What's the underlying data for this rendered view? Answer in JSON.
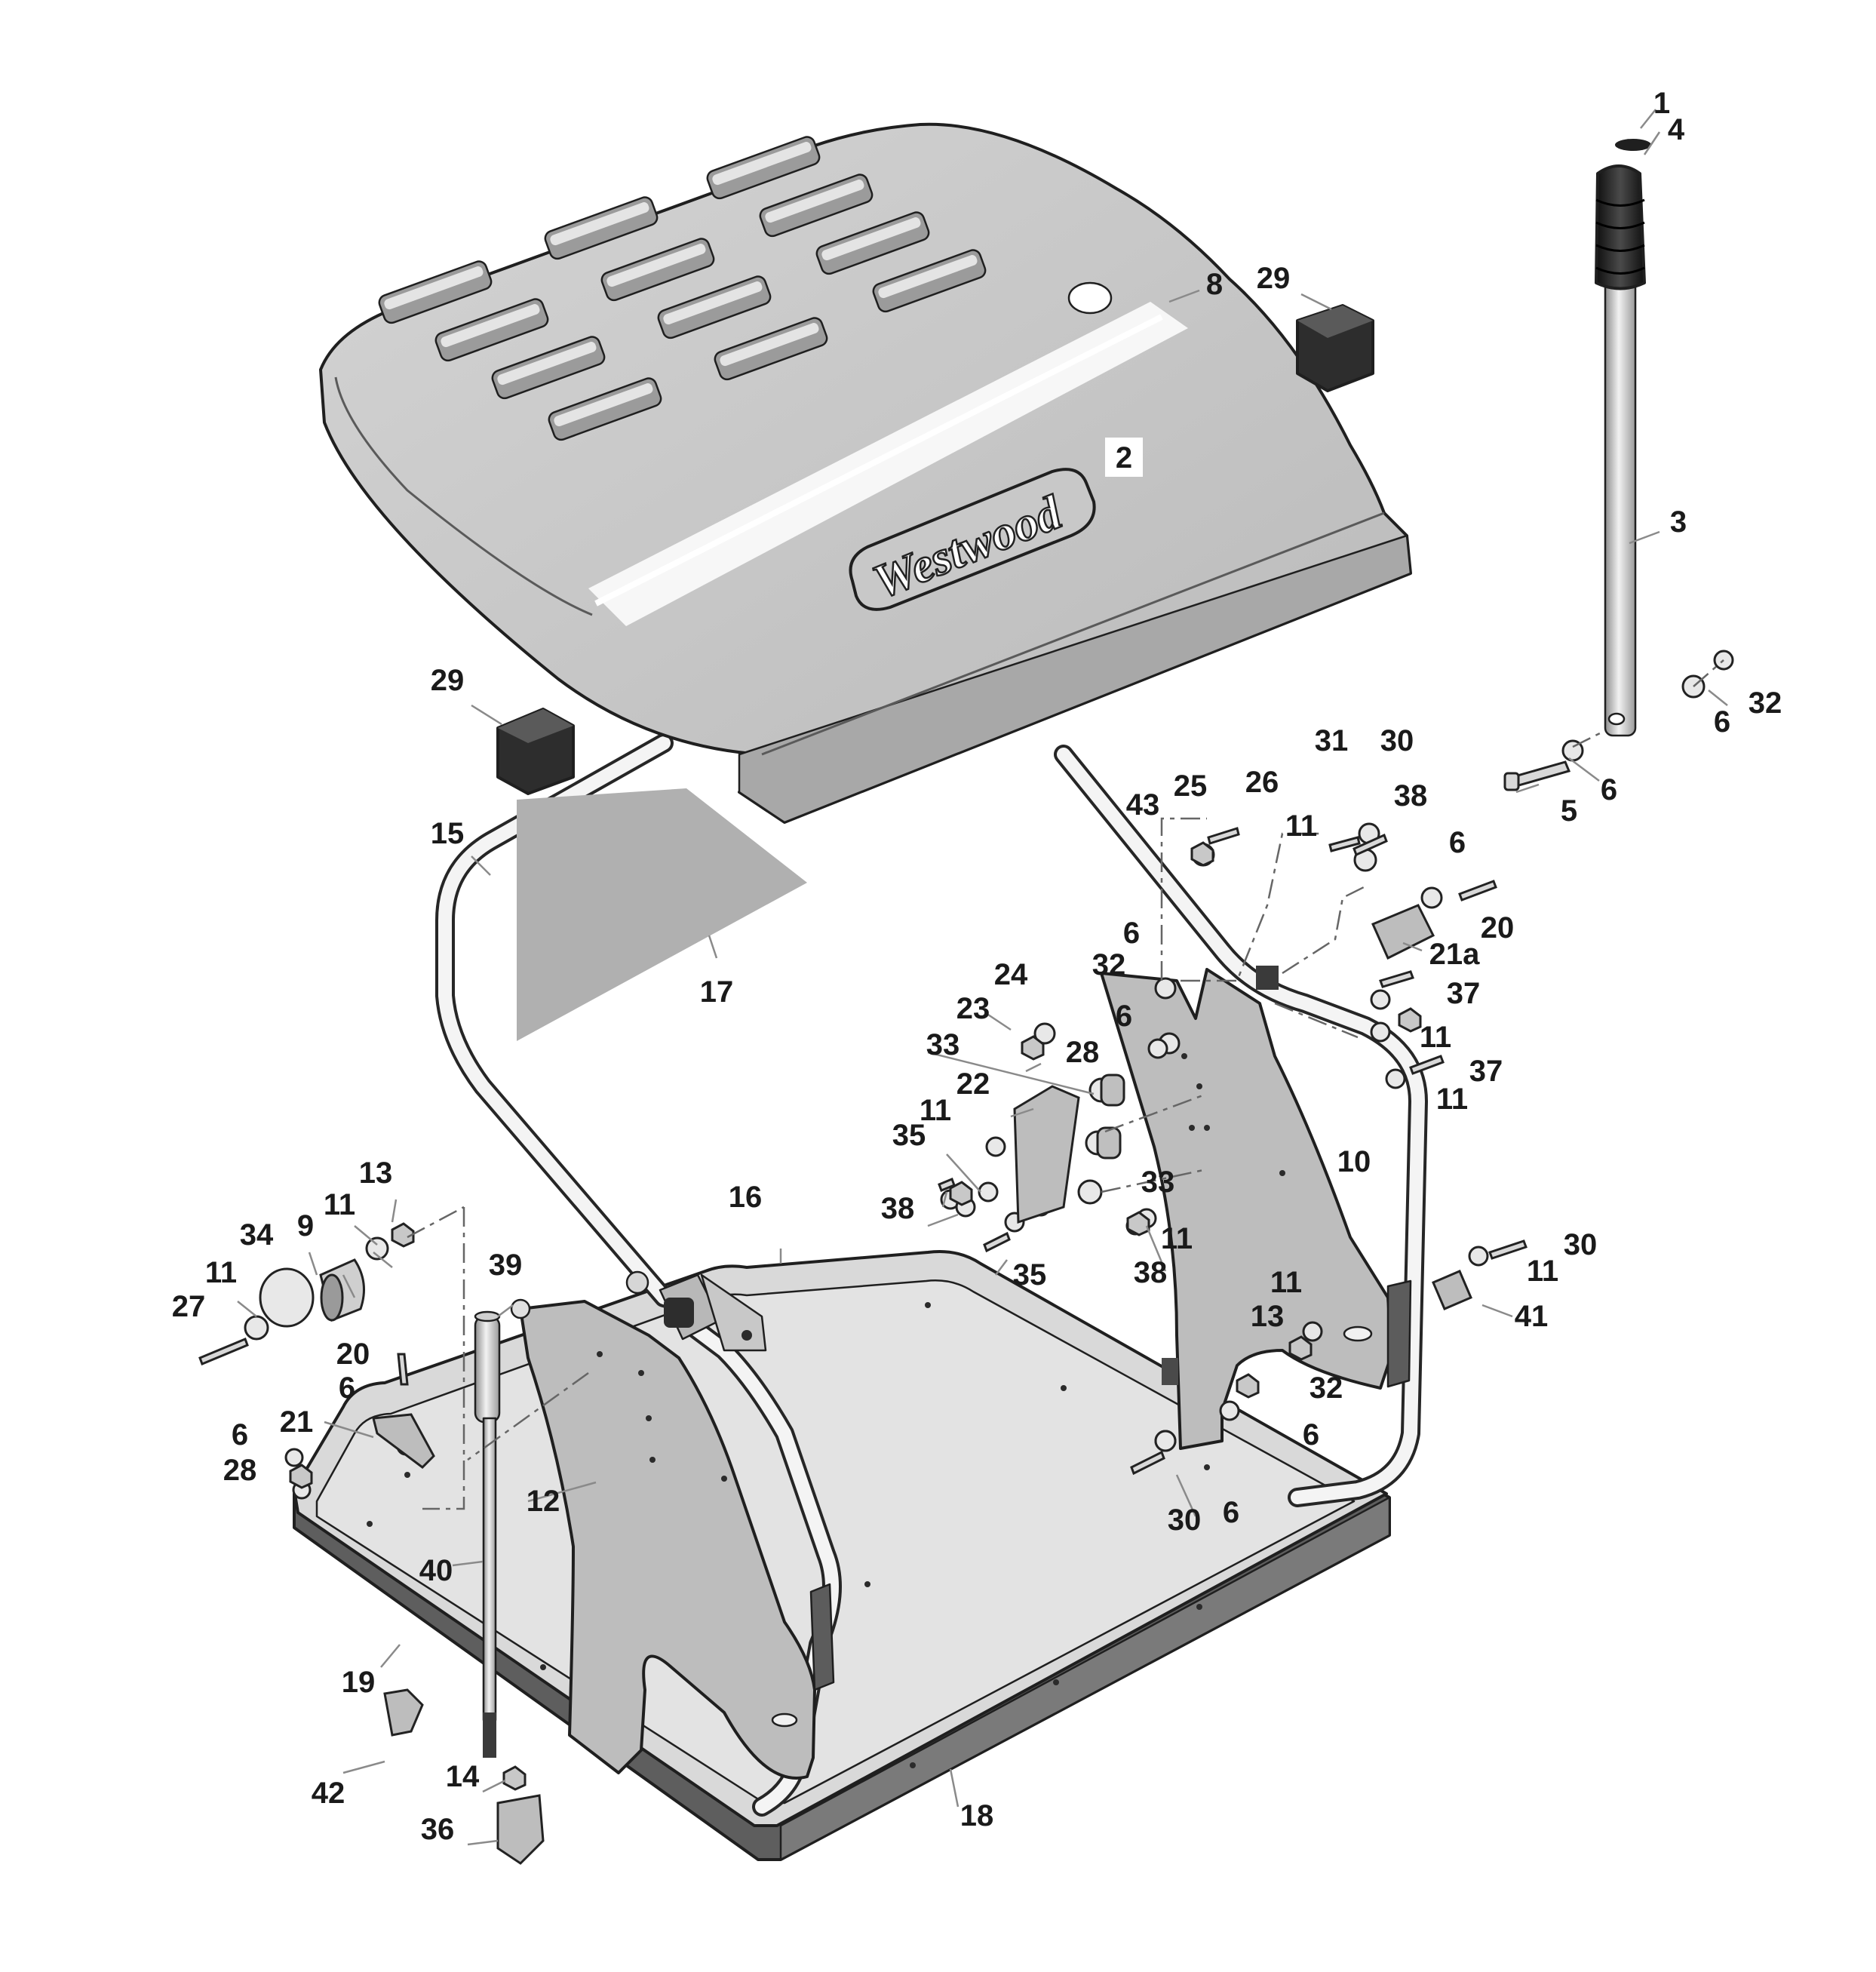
{
  "brand_logo_text": "Westwood",
  "callouts": [
    {
      "id": "c1",
      "label": "1"
    },
    {
      "id": "c4",
      "label": "4"
    },
    {
      "id": "c8",
      "label": "8"
    },
    {
      "id": "c29a",
      "label": "29"
    },
    {
      "id": "c2",
      "label": "2"
    },
    {
      "id": "c3",
      "label": "3"
    },
    {
      "id": "c29b",
      "label": "29"
    },
    {
      "id": "c32a",
      "label": "32"
    },
    {
      "id": "c6a",
      "label": "6"
    },
    {
      "id": "c6b",
      "label": "6"
    },
    {
      "id": "c5",
      "label": "5"
    },
    {
      "id": "c31",
      "label": "31"
    },
    {
      "id": "c30a",
      "label": "30"
    },
    {
      "id": "c25",
      "label": "25"
    },
    {
      "id": "c26",
      "label": "26"
    },
    {
      "id": "c38a",
      "label": "38"
    },
    {
      "id": "c43",
      "label": "43"
    },
    {
      "id": "c11a",
      "label": "11"
    },
    {
      "id": "c6c",
      "label": "6"
    },
    {
      "id": "c20a",
      "label": "20"
    },
    {
      "id": "c15",
      "label": "15"
    },
    {
      "id": "c17",
      "label": "17"
    },
    {
      "id": "c21a",
      "label": "21a"
    },
    {
      "id": "c6d",
      "label": "6"
    },
    {
      "id": "c32b",
      "label": "32"
    },
    {
      "id": "c24",
      "label": "24"
    },
    {
      "id": "c37a",
      "label": "37"
    },
    {
      "id": "c23",
      "label": "23"
    },
    {
      "id": "c6e",
      "label": "6"
    },
    {
      "id": "c11b",
      "label": "11"
    },
    {
      "id": "c33a",
      "label": "33"
    },
    {
      "id": "c28a",
      "label": "28"
    },
    {
      "id": "c37b",
      "label": "37"
    },
    {
      "id": "c22",
      "label": "22"
    },
    {
      "id": "c11c",
      "label": "11"
    },
    {
      "id": "c11d",
      "label": "11"
    },
    {
      "id": "c35a",
      "label": "35"
    },
    {
      "id": "c10",
      "label": "10"
    },
    {
      "id": "c33b",
      "label": "33"
    },
    {
      "id": "c38b",
      "label": "38"
    },
    {
      "id": "c16",
      "label": "16"
    },
    {
      "id": "c13a",
      "label": "13"
    },
    {
      "id": "c11e",
      "label": "11"
    },
    {
      "id": "c9",
      "label": "9"
    },
    {
      "id": "c34",
      "label": "34"
    },
    {
      "id": "c11f",
      "label": "11"
    },
    {
      "id": "c11g",
      "label": "11"
    },
    {
      "id": "c35b",
      "label": "35"
    },
    {
      "id": "c38c",
      "label": "38"
    },
    {
      "id": "c30b",
      "label": "30"
    },
    {
      "id": "c11h",
      "label": "11"
    },
    {
      "id": "c39",
      "label": "39"
    },
    {
      "id": "c11i",
      "label": "11"
    },
    {
      "id": "c27",
      "label": "27"
    },
    {
      "id": "c41",
      "label": "41"
    },
    {
      "id": "c13b",
      "label": "13"
    },
    {
      "id": "c20b",
      "label": "20"
    },
    {
      "id": "c6f",
      "label": "6"
    },
    {
      "id": "c32c",
      "label": "32"
    },
    {
      "id": "c21",
      "label": "21"
    },
    {
      "id": "c6g",
      "label": "6"
    },
    {
      "id": "c6h",
      "label": "6"
    },
    {
      "id": "c28b",
      "label": "28"
    },
    {
      "id": "c12",
      "label": "12"
    },
    {
      "id": "c30c",
      "label": "30"
    },
    {
      "id": "c6i",
      "label": "6"
    },
    {
      "id": "c40",
      "label": "40"
    },
    {
      "id": "c19",
      "label": "19"
    },
    {
      "id": "c14",
      "label": "14"
    },
    {
      "id": "c42",
      "label": "42"
    },
    {
      "id": "c36",
      "label": "36"
    },
    {
      "id": "c18",
      "label": "18"
    }
  ]
}
